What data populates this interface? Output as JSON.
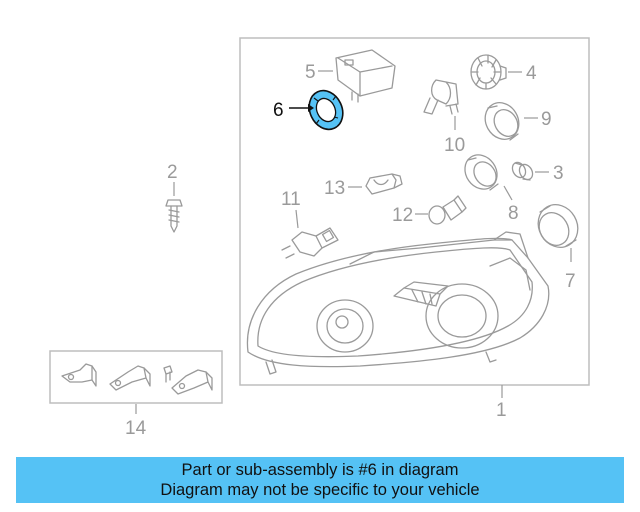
{
  "callouts": {
    "c1": "1",
    "c2": "2",
    "c3": "3",
    "c4": "4",
    "c5": "5",
    "c6": "6",
    "c7": "7",
    "c8": "8",
    "c9": "9",
    "c10": "10",
    "c11": "11",
    "c12": "12",
    "c13": "13",
    "c14": "14"
  },
  "highlighted_part": "6",
  "colors": {
    "highlight": "#55c2f5",
    "line": "#9a9a9a",
    "banner": "#55c2f5"
  },
  "banner": {
    "line1": "Part or sub-assembly is #6 in diagram",
    "line2": "Diagram may not be specific to your vehicle"
  }
}
